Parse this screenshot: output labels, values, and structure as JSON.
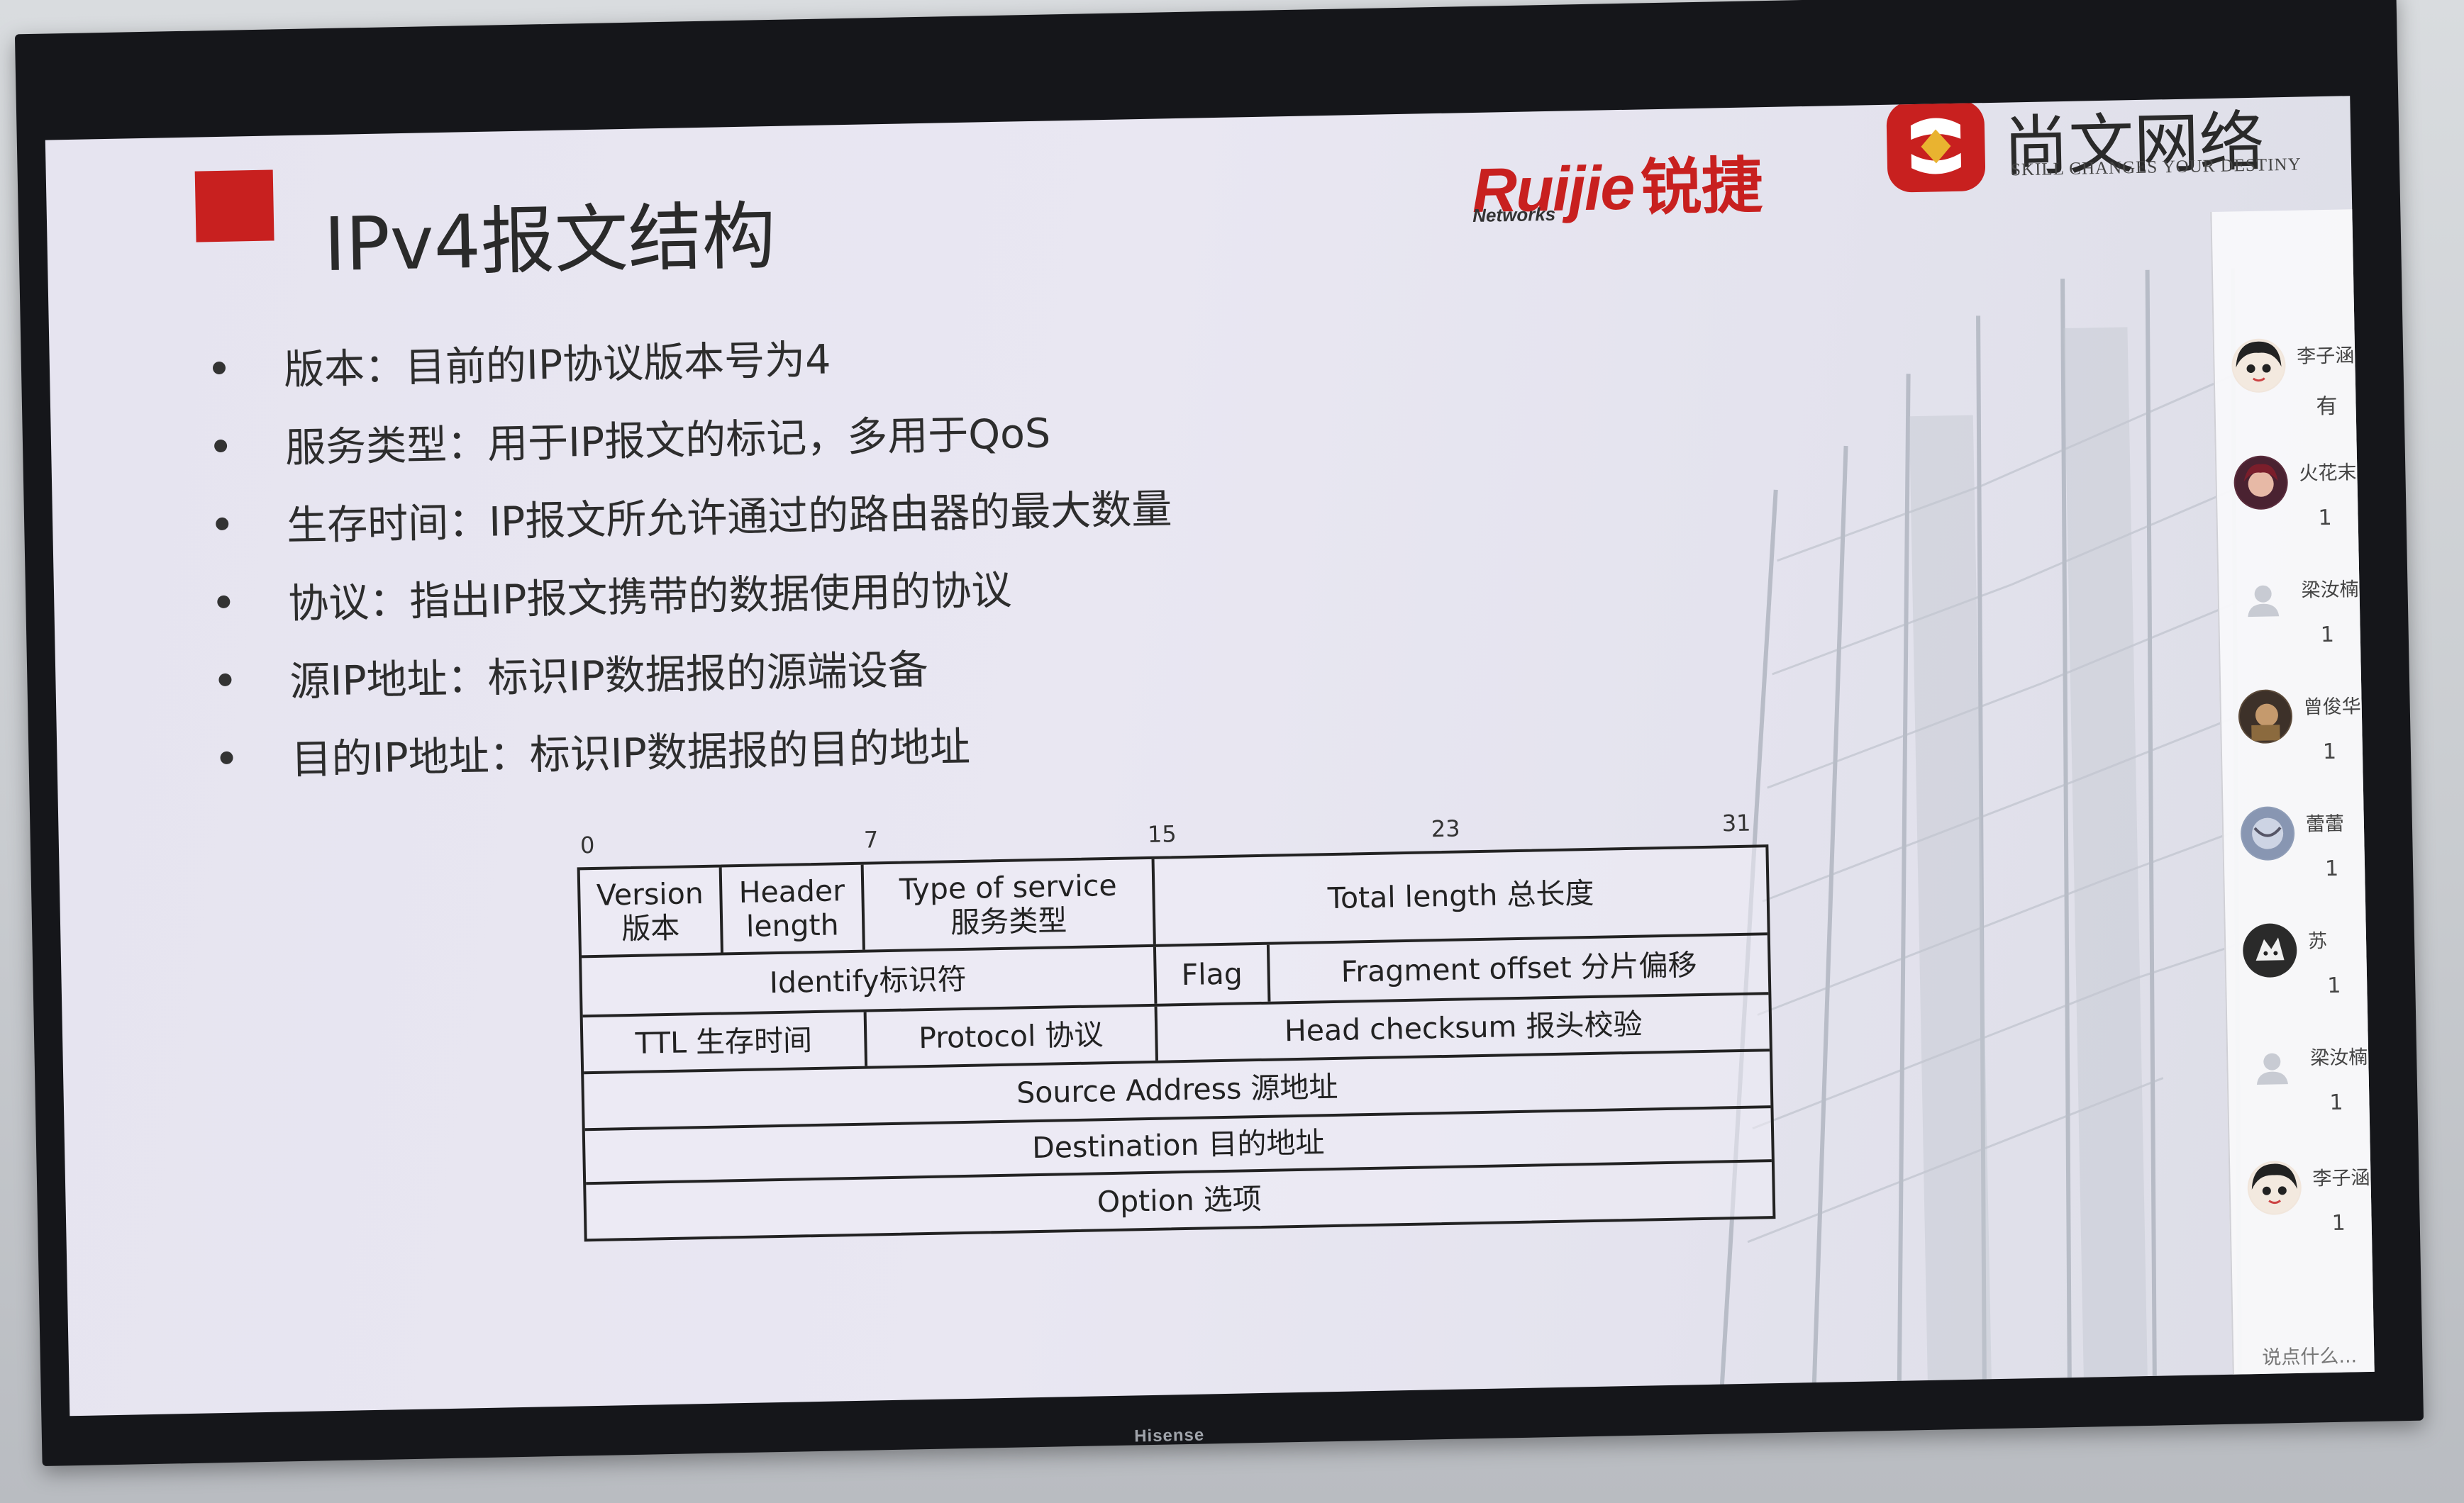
{
  "display_brand": "Hisense",
  "slide": {
    "title": "IPv4报文结构",
    "logo_ruijie": "Ruijie",
    "logo_ruijie_cn": "锐捷",
    "logo_ruijie_sub": "Networks",
    "logo_shangwen": "尚文网络",
    "logo_shangwen_sub": "SKILL CHANGES YOUR DESTINY",
    "bullets": [
      "版本：目前的IP协议版本号为4",
      "服务类型：用于IP报文的标记，多用于QoS",
      "生存时间：IP报文所允许通过的路由器的最大数量",
      "协议：指出IP报文携带的数据使用的协议",
      "源IP地址：标识IP数据报的源端设备",
      "目的IP地址：标识IP数据报的目的地址"
    ],
    "bit_marks": [
      "0",
      "7",
      "15",
      "23",
      "31"
    ],
    "header": {
      "version": "Version",
      "version_cn": "版本",
      "header_length": "Header",
      "header_length2": "length",
      "tos": "Type of service",
      "tos_cn": "服务类型",
      "total_length": "Total length 总长度",
      "identify": "Identify标识符",
      "flag": "Flag",
      "fragment": "Fragment offset 分片偏移",
      "ttl": "TTL 生存时间",
      "protocol": "Protocol 协议",
      "checksum": "Head checksum 报头校验",
      "source": "Source Address 源地址",
      "destination": "Destination 目的地址",
      "option": "Option 选项"
    }
  },
  "chat": {
    "messages": [
      {
        "name": "李子涵",
        "text": "有"
      },
      {
        "name": "火花末夏",
        "text": "1"
      },
      {
        "name": "梁汝楠",
        "text": "1"
      },
      {
        "name": "曾俊华",
        "text": "1"
      },
      {
        "name": "蕾蕾",
        "text": "1"
      },
      {
        "name": "苏",
        "text": "1"
      },
      {
        "name": "梁汝楠",
        "text": "1"
      },
      {
        "name": "李子涵",
        "text": "1"
      }
    ],
    "input_placeholder": "说点什么..."
  }
}
